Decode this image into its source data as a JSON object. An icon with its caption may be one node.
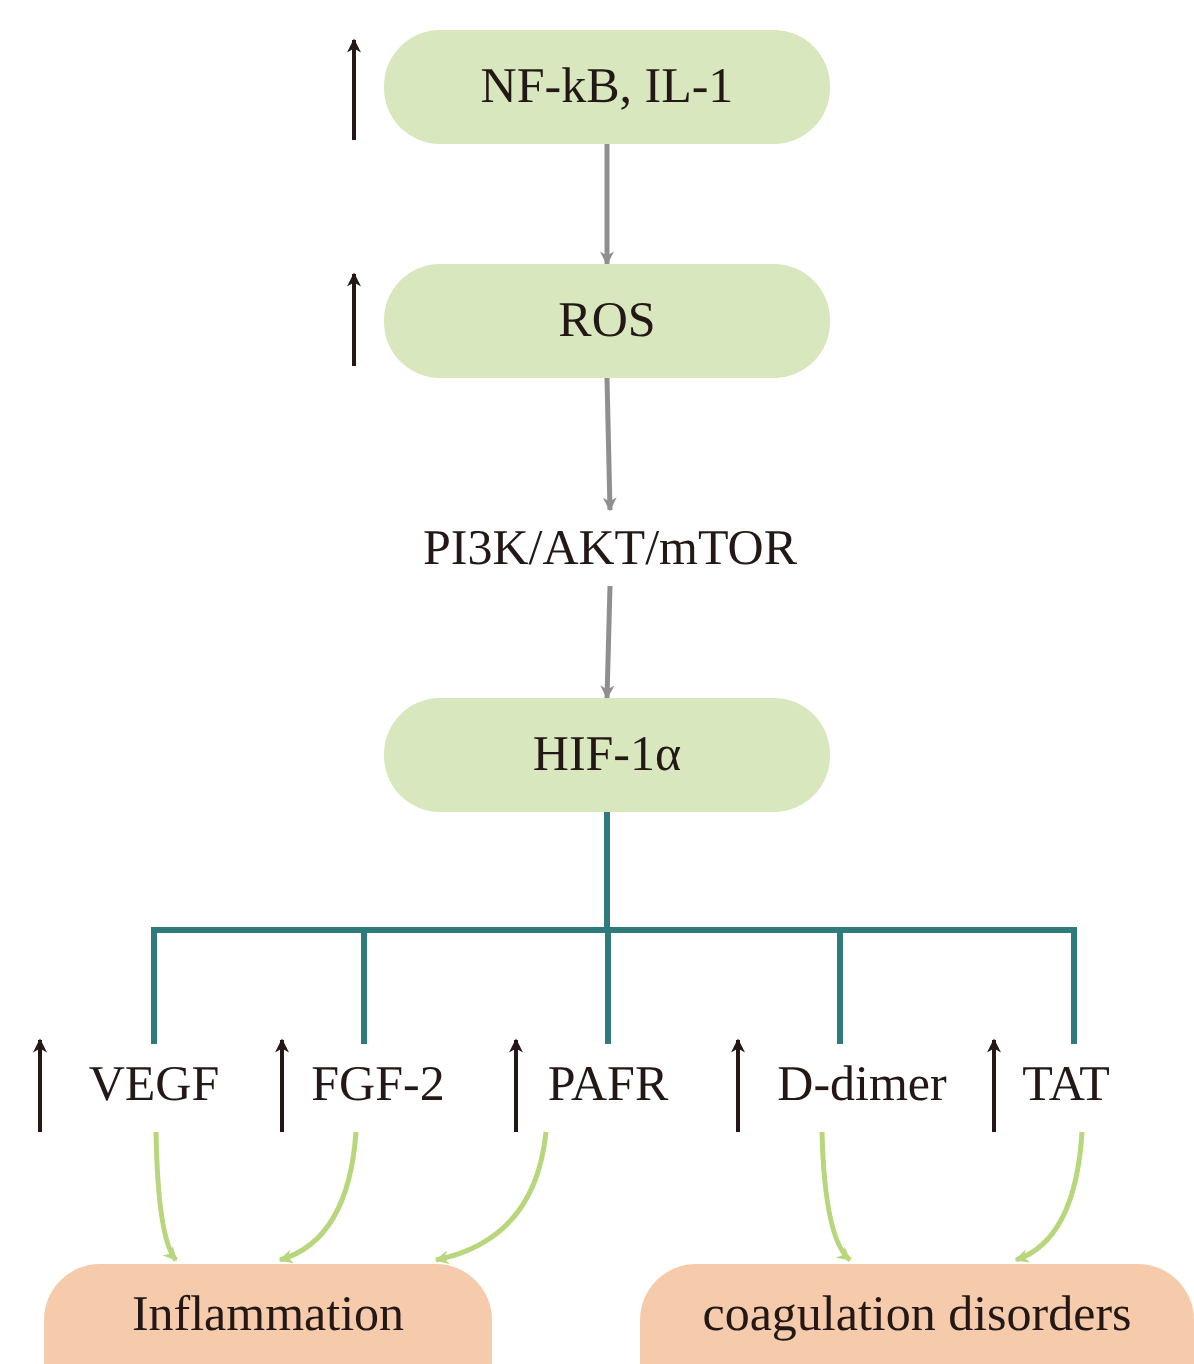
{
  "diagram": {
    "nodes": [
      {
        "text": [
          "NF-kB, IL-1"
        ]
      },
      {
        "text": [
          "ROS"
        ]
      },
      {
        "text": [
          "PI3K/AKT/mTOR"
        ]
      },
      {
        "text": [
          "HIF-1α"
        ]
      },
      {
        "text": [
          "VEGF"
        ]
      },
      {
        "text": [
          "FGF-2"
        ]
      },
      {
        "text": [
          "PAFR"
        ]
      },
      {
        "text": [
          "D-dimer"
        ]
      },
      {
        "text": [
          "TAT"
        ]
      },
      {
        "text": [
          "Inflammation"
        ]
      },
      {
        "text": [
          "coagulation disorders"
        ]
      }
    ],
    "edges": [
      {
        "from": 0,
        "to": 1,
        "arrow": "to",
        "color": "#8f8f8f"
      },
      {
        "from": 1,
        "to": 2,
        "arrow": "to",
        "color": "#8f8f8f"
      },
      {
        "from": 2,
        "to": 3,
        "arrow": "to",
        "color": "#8f8f8f"
      },
      {
        "from": 3,
        "to": 4,
        "arrow": "none",
        "color": "#2f7b7b"
      },
      {
        "from": 3,
        "to": 5,
        "arrow": "none",
        "color": "#2f7b7b"
      },
      {
        "from": 3,
        "to": 6,
        "arrow": "none",
        "color": "#2f7b7b"
      },
      {
        "from": 3,
        "to": 7,
        "arrow": "none",
        "color": "#2f7b7b"
      },
      {
        "from": 3,
        "to": 8,
        "arrow": "none",
        "color": "#2f7b7b"
      },
      {
        "from": 4,
        "to": 9,
        "arrow": "to",
        "color": "#b8d67c"
      },
      {
        "from": 5,
        "to": 9,
        "arrow": "to",
        "color": "#b8d67c"
      },
      {
        "from": 6,
        "to": 9,
        "arrow": "to",
        "color": "#b8d67c"
      },
      {
        "from": 7,
        "to": 10,
        "arrow": "to",
        "color": "#b8d67c"
      },
      {
        "from": 8,
        "to": 10,
        "arrow": "to",
        "color": "#b8d67c"
      }
    ]
  }
}
